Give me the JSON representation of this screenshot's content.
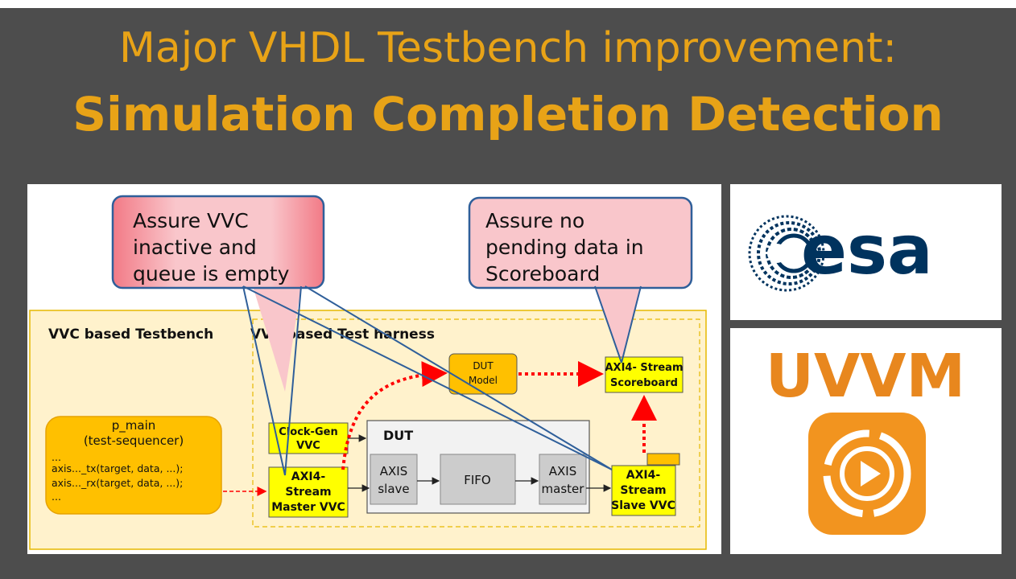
{
  "title_line1": "Major VHDL Testbench improvement:",
  "title_line2": "Simulation Completion Detection",
  "colors": {
    "accent": "#e8a317",
    "background": "#4d4d4d",
    "callout": "#f7b6bd",
    "callout_border": "#2f5f9a",
    "harness": "#fff2cc",
    "vvc_box": "#ffff00",
    "orange": "#ffc000",
    "arrow": "#ff0000"
  },
  "diagram": {
    "testbench_label": "VVC based Testbench",
    "harness_label": "VVC based Test harness",
    "callout_left": [
      "Assure VVC",
      "inactive and",
      "queue is empty"
    ],
    "callout_right": [
      "Assure no",
      "pending data in",
      "Scoreboard"
    ],
    "sequencer": {
      "title": "p_main",
      "subtitle": "(test-sequencer)",
      "lines": [
        "...",
        "axis..._tx(target, data, ...);",
        "axis..._rx(target, data, ...);",
        "..."
      ]
    },
    "clock_gen": [
      "Clock-Gen",
      "VVC"
    ],
    "master_vvc": [
      "AXI4-",
      "Stream",
      "Master VVC"
    ],
    "slave_vvc": [
      "AXI4-",
      "Stream",
      "Slave VVC"
    ],
    "scoreboard": [
      "AXI4- Stream",
      "Scoreboard"
    ],
    "dut_model": [
      "DUT",
      "Model"
    ],
    "dut_label": "DUT",
    "axis_slave": [
      "AXIS",
      "slave"
    ],
    "fifo": "FIFO",
    "axis_master": [
      "AXIS",
      "master"
    ]
  },
  "logos": {
    "esa": "esa",
    "uvvm": "UVVM",
    "uvvm_icon": "play-icon"
  }
}
